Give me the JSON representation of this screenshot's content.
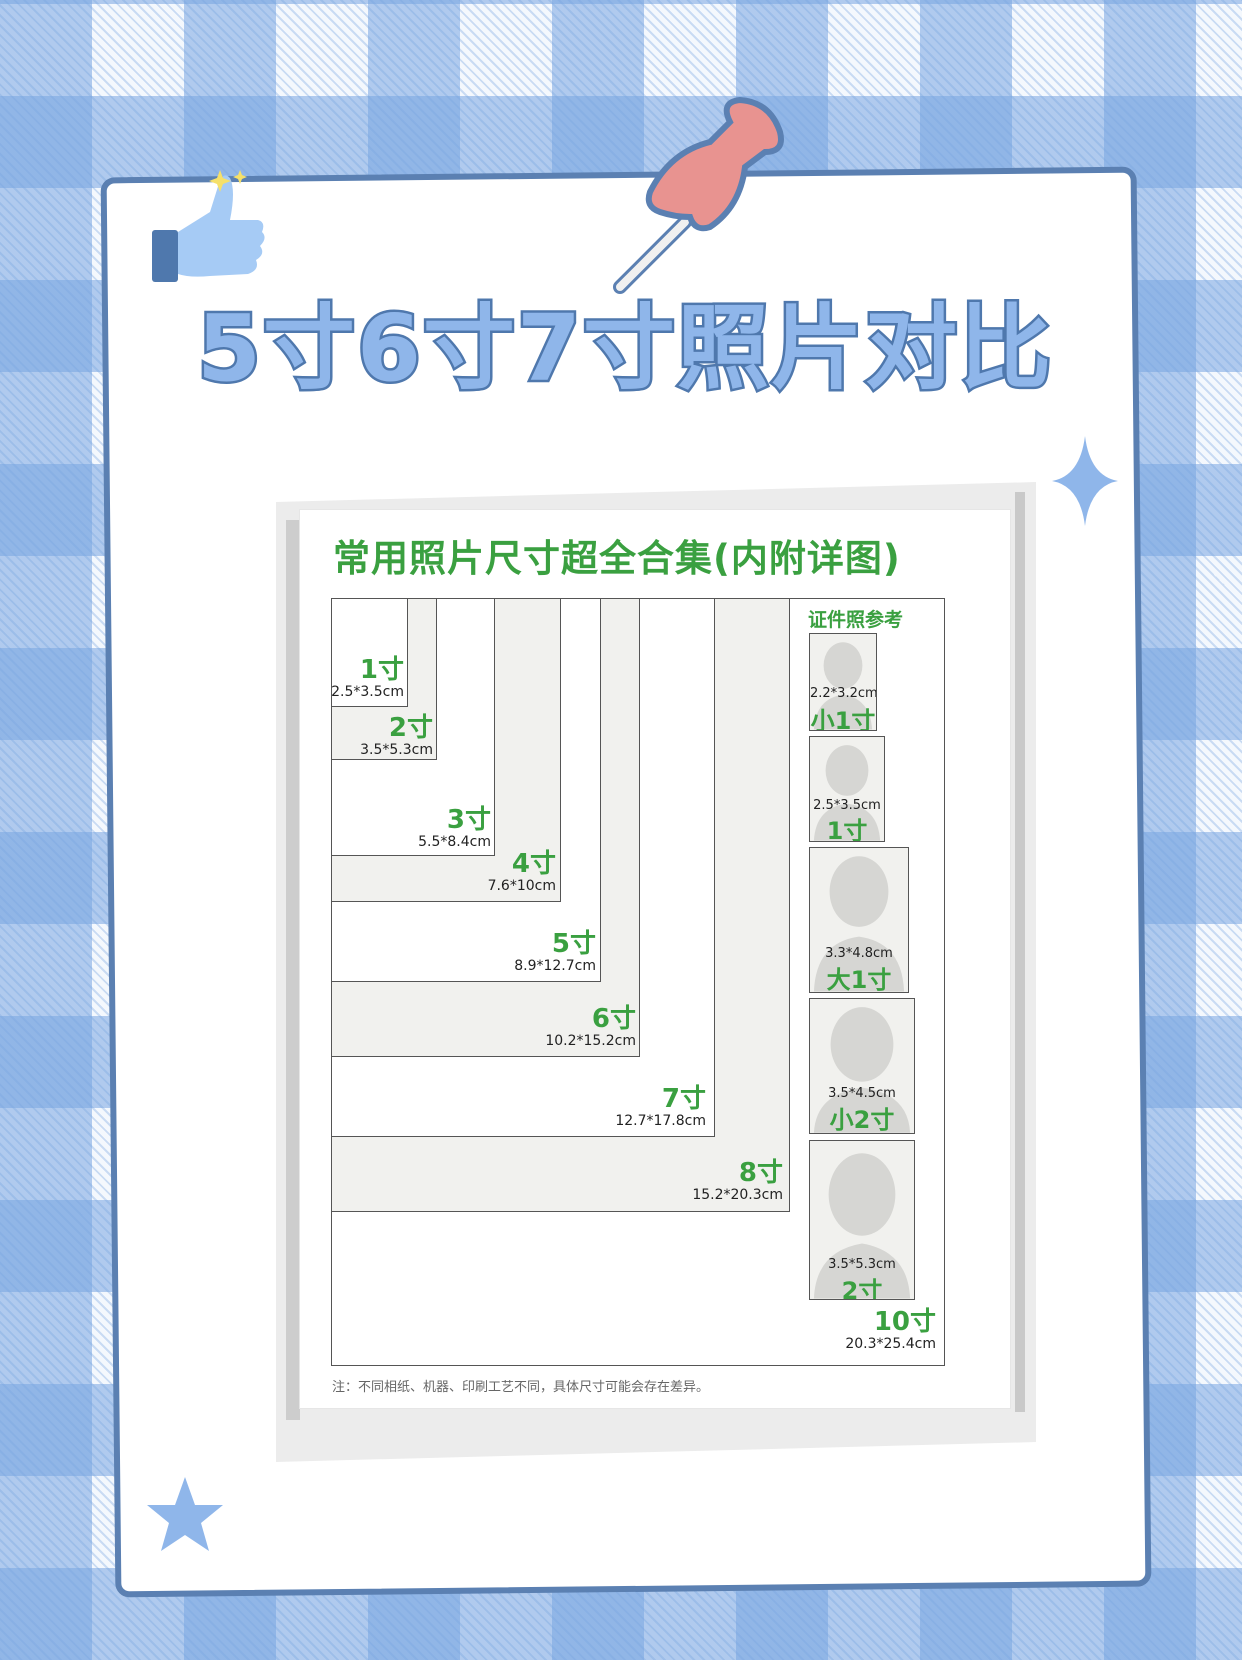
{
  "title": "5寸6寸7寸照片对比",
  "panel_title": "常用照片尺寸超全合集(内附详图)",
  "id_section_title": "证件照参考",
  "sizes": [
    {
      "name": "1寸",
      "dim": "2.5*3.5cm"
    },
    {
      "name": "2寸",
      "dim": "3.5*5.3cm"
    },
    {
      "name": "3寸",
      "dim": "5.5*8.4cm"
    },
    {
      "name": "4寸",
      "dim": "7.6*10cm"
    },
    {
      "name": "5寸",
      "dim": "8.9*12.7cm"
    },
    {
      "name": "6寸",
      "dim": "10.2*15.2cm"
    },
    {
      "name": "7寸",
      "dim": "12.7*17.8cm"
    },
    {
      "name": "8寸",
      "dim": "15.2*20.3cm"
    },
    {
      "name": "10寸",
      "dim": "20.3*25.4cm"
    }
  ],
  "id_photos": [
    {
      "name": "小1寸",
      "dim": "2.2*3.2cm"
    },
    {
      "name": "1寸",
      "dim": "2.5*3.5cm"
    },
    {
      "name": "大1寸",
      "dim": "3.3*4.8cm"
    },
    {
      "name": "小2寸",
      "dim": "3.5*4.5cm"
    },
    {
      "name": "2寸",
      "dim": "3.5*5.3cm"
    }
  ],
  "note": "注：不同相纸、机器、印刷工艺不同，具体尺寸可能会存在差异。",
  "colors": {
    "accent_green": "#3aa040",
    "border_blue": "#5b80b2",
    "title_fill": "#8fb6ea",
    "pin_red": "#e89390"
  }
}
